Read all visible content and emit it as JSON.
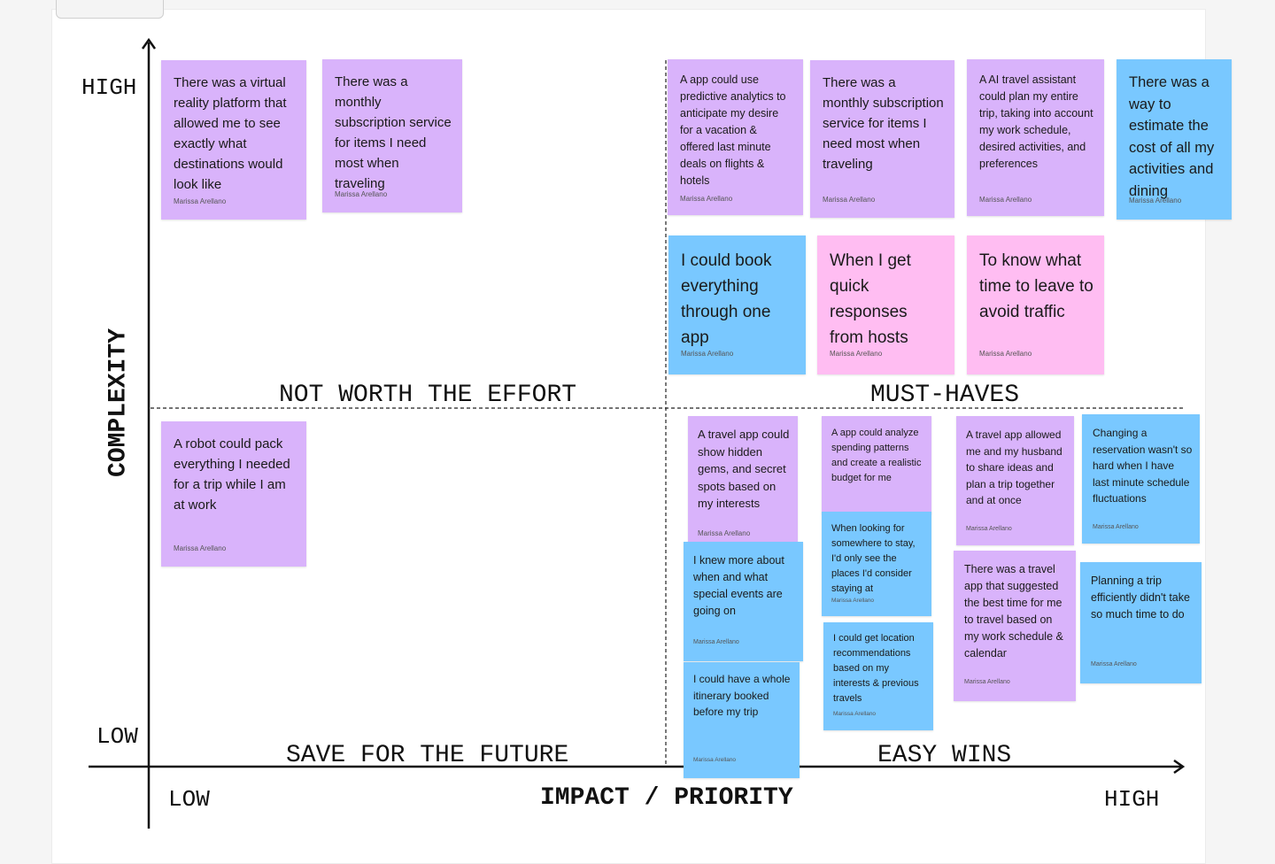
{
  "axes": {
    "x_title": "IMPACT / PRIORITY",
    "y_title": "COMPLEXITY",
    "x_low": "LOW",
    "x_high": "HIGH",
    "y_low": "LOW",
    "y_high": "HIGH"
  },
  "quadrants": {
    "top_left": "NOT WORTH THE EFFORT",
    "top_right": "MUST-HAVES",
    "bottom_left": "SAVE FOR THE FUTURE",
    "bottom_right": "EASY WINS"
  },
  "colors": {
    "purple": "#d9b3fb",
    "blue": "#79c8ff",
    "pink": "#ffbdf2"
  },
  "notes": [
    {
      "id": "n1",
      "text": "There was a virtual reality platform that allowed me to see exactly what destinations would look like",
      "author": "Marissa Arellano",
      "color": "purple"
    },
    {
      "id": "n2",
      "text": "There was a monthly subscription service for items I need most when traveling",
      "author": "Marissa Arellano",
      "color": "purple"
    },
    {
      "id": "n3",
      "text": "A app could use predictive analytics to anticipate my desire for a vacation & offered last minute deals on flights & hotels",
      "author": "Marissa Arellano",
      "color": "purple"
    },
    {
      "id": "n4",
      "text": "There was a monthly subscription service for items I need most when traveling",
      "author": "Marissa Arellano",
      "color": "purple"
    },
    {
      "id": "n5",
      "text": "A AI travel assistant could plan my entire trip, taking into account my work schedule, desired activities, and preferences",
      "author": "Marissa Arellano",
      "color": "purple"
    },
    {
      "id": "n6",
      "text": "There was a way to estimate the cost of all my activities and dining",
      "author": "Marissa Arellano",
      "color": "blue"
    },
    {
      "id": "n7",
      "text": "I could book everything through one app",
      "author": "Marissa Arellano",
      "color": "blue"
    },
    {
      "id": "n8",
      "text": "When I get quick responses from hosts",
      "author": "Marissa Arellano",
      "color": "pink"
    },
    {
      "id": "n9",
      "text": "To know what time to leave to avoid traffic",
      "author": "Marissa Arellano",
      "color": "pink"
    },
    {
      "id": "n10",
      "text": "A robot could pack everything I needed for a trip while I am at work",
      "author": "Marissa Arellano",
      "color": "purple"
    },
    {
      "id": "n11",
      "text": "A travel app could show hidden gems, and secret spots based on my interests",
      "author": "Marissa Arellano",
      "color": "purple"
    },
    {
      "id": "n12",
      "text": "A app could analyze spending patterns and create a realistic budget for me",
      "author": "",
      "color": "purple"
    },
    {
      "id": "n13",
      "text": "A travel app allowed me and my husband to share ideas and plan a trip together and at once",
      "author": "Marissa Arellano",
      "color": "purple"
    },
    {
      "id": "n14",
      "text": "Changing a reservation wasn't so hard when I have last minute schedule fluctuations",
      "author": "Marissa Arellano",
      "color": "blue"
    },
    {
      "id": "n15",
      "text": "When looking for somewhere to stay, I'd only see the places I'd consider staying at",
      "author": "Marissa Arellano",
      "color": "blue"
    },
    {
      "id": "n16",
      "text": "I knew more about when and what special events are going on",
      "author": "Marissa Arellano",
      "color": "blue"
    },
    {
      "id": "n17",
      "text": "There was a travel app that suggested the best time for me to travel based on my work schedule & calendar",
      "author": "Marissa Arellano",
      "color": "purple"
    },
    {
      "id": "n18",
      "text": "Planning a trip efficiently didn't take so much time to do",
      "author": "Marissa Arellano",
      "color": "blue"
    },
    {
      "id": "n19",
      "text": "I could get location recommendations based on my interests & previous travels",
      "author": "Marissa Arellano",
      "color": "blue"
    },
    {
      "id": "n20",
      "text": "I could have a whole itinerary booked before my trip",
      "author": "Marissa Arellano",
      "color": "blue"
    }
  ]
}
